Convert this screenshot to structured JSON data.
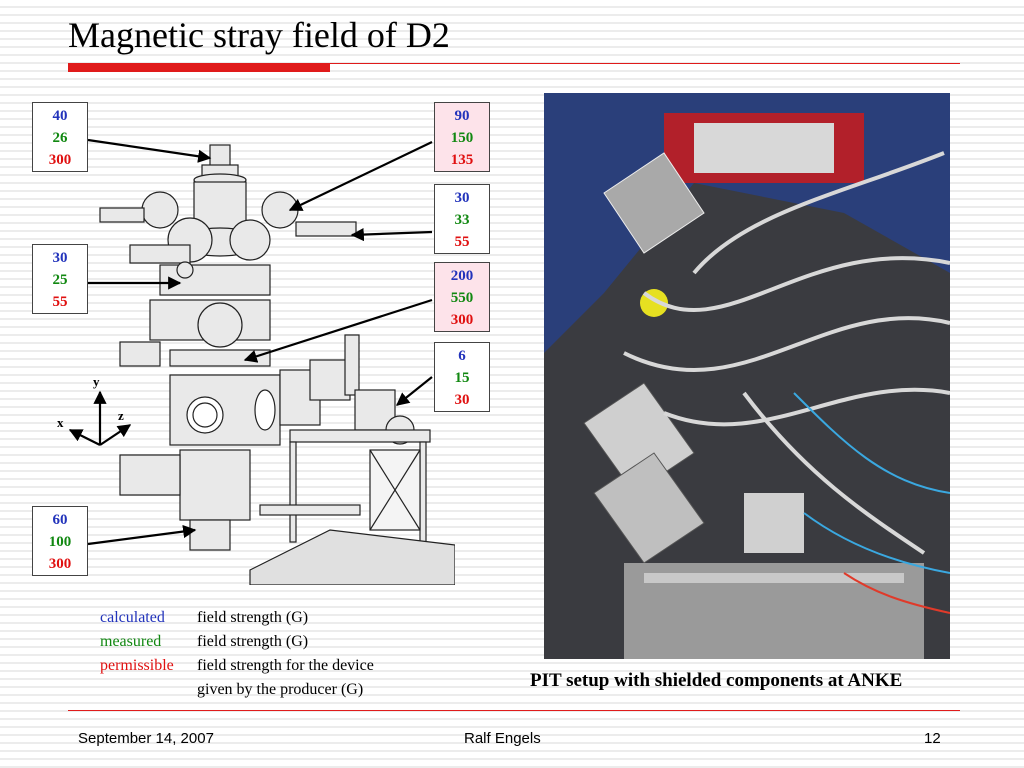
{
  "slide": {
    "title": "Magnetic stray field of D2",
    "accent_color": "#e01b1b",
    "colors": {
      "calculated": "#2233bb",
      "measured": "#118811",
      "permissible": "#e01010"
    }
  },
  "drawing": {
    "icon": "technical-drawing-of-setup",
    "axes": {
      "x": "x",
      "y": "y",
      "z": "z"
    }
  },
  "value_boxes": [
    {
      "calculated": "40",
      "measured": "26",
      "permissible": "300",
      "highlight": false
    },
    {
      "calculated": "30",
      "measured": "25",
      "permissible": "55",
      "highlight": false
    },
    {
      "calculated": "60",
      "measured": "100",
      "permissible": "300",
      "highlight": false
    },
    {
      "calculated": "90",
      "measured": "150",
      "permissible": "135",
      "highlight": true
    },
    {
      "calculated": "30",
      "measured": "33",
      "permissible": "55",
      "highlight": false
    },
    {
      "calculated": "200",
      "measured": "550",
      "permissible": "300",
      "highlight": true
    },
    {
      "calculated": "6",
      "measured": "15",
      "permissible": "30",
      "highlight": false
    }
  ],
  "legend": {
    "calculated": "calculated",
    "calculated_desc": "field strength (G)",
    "measured": "measured",
    "measured_desc": "field strength (G)",
    "permissible": "permissible",
    "permissible_desc": "field strength for the device",
    "permissible_desc2": "given by the producer (G)"
  },
  "photo": {
    "icon": "pit-setup-photo",
    "caption": "PIT setup with shielded components at ANKE"
  },
  "footer": {
    "date": "September 14, 2007",
    "author": "Ralf Engels",
    "page": "12"
  }
}
